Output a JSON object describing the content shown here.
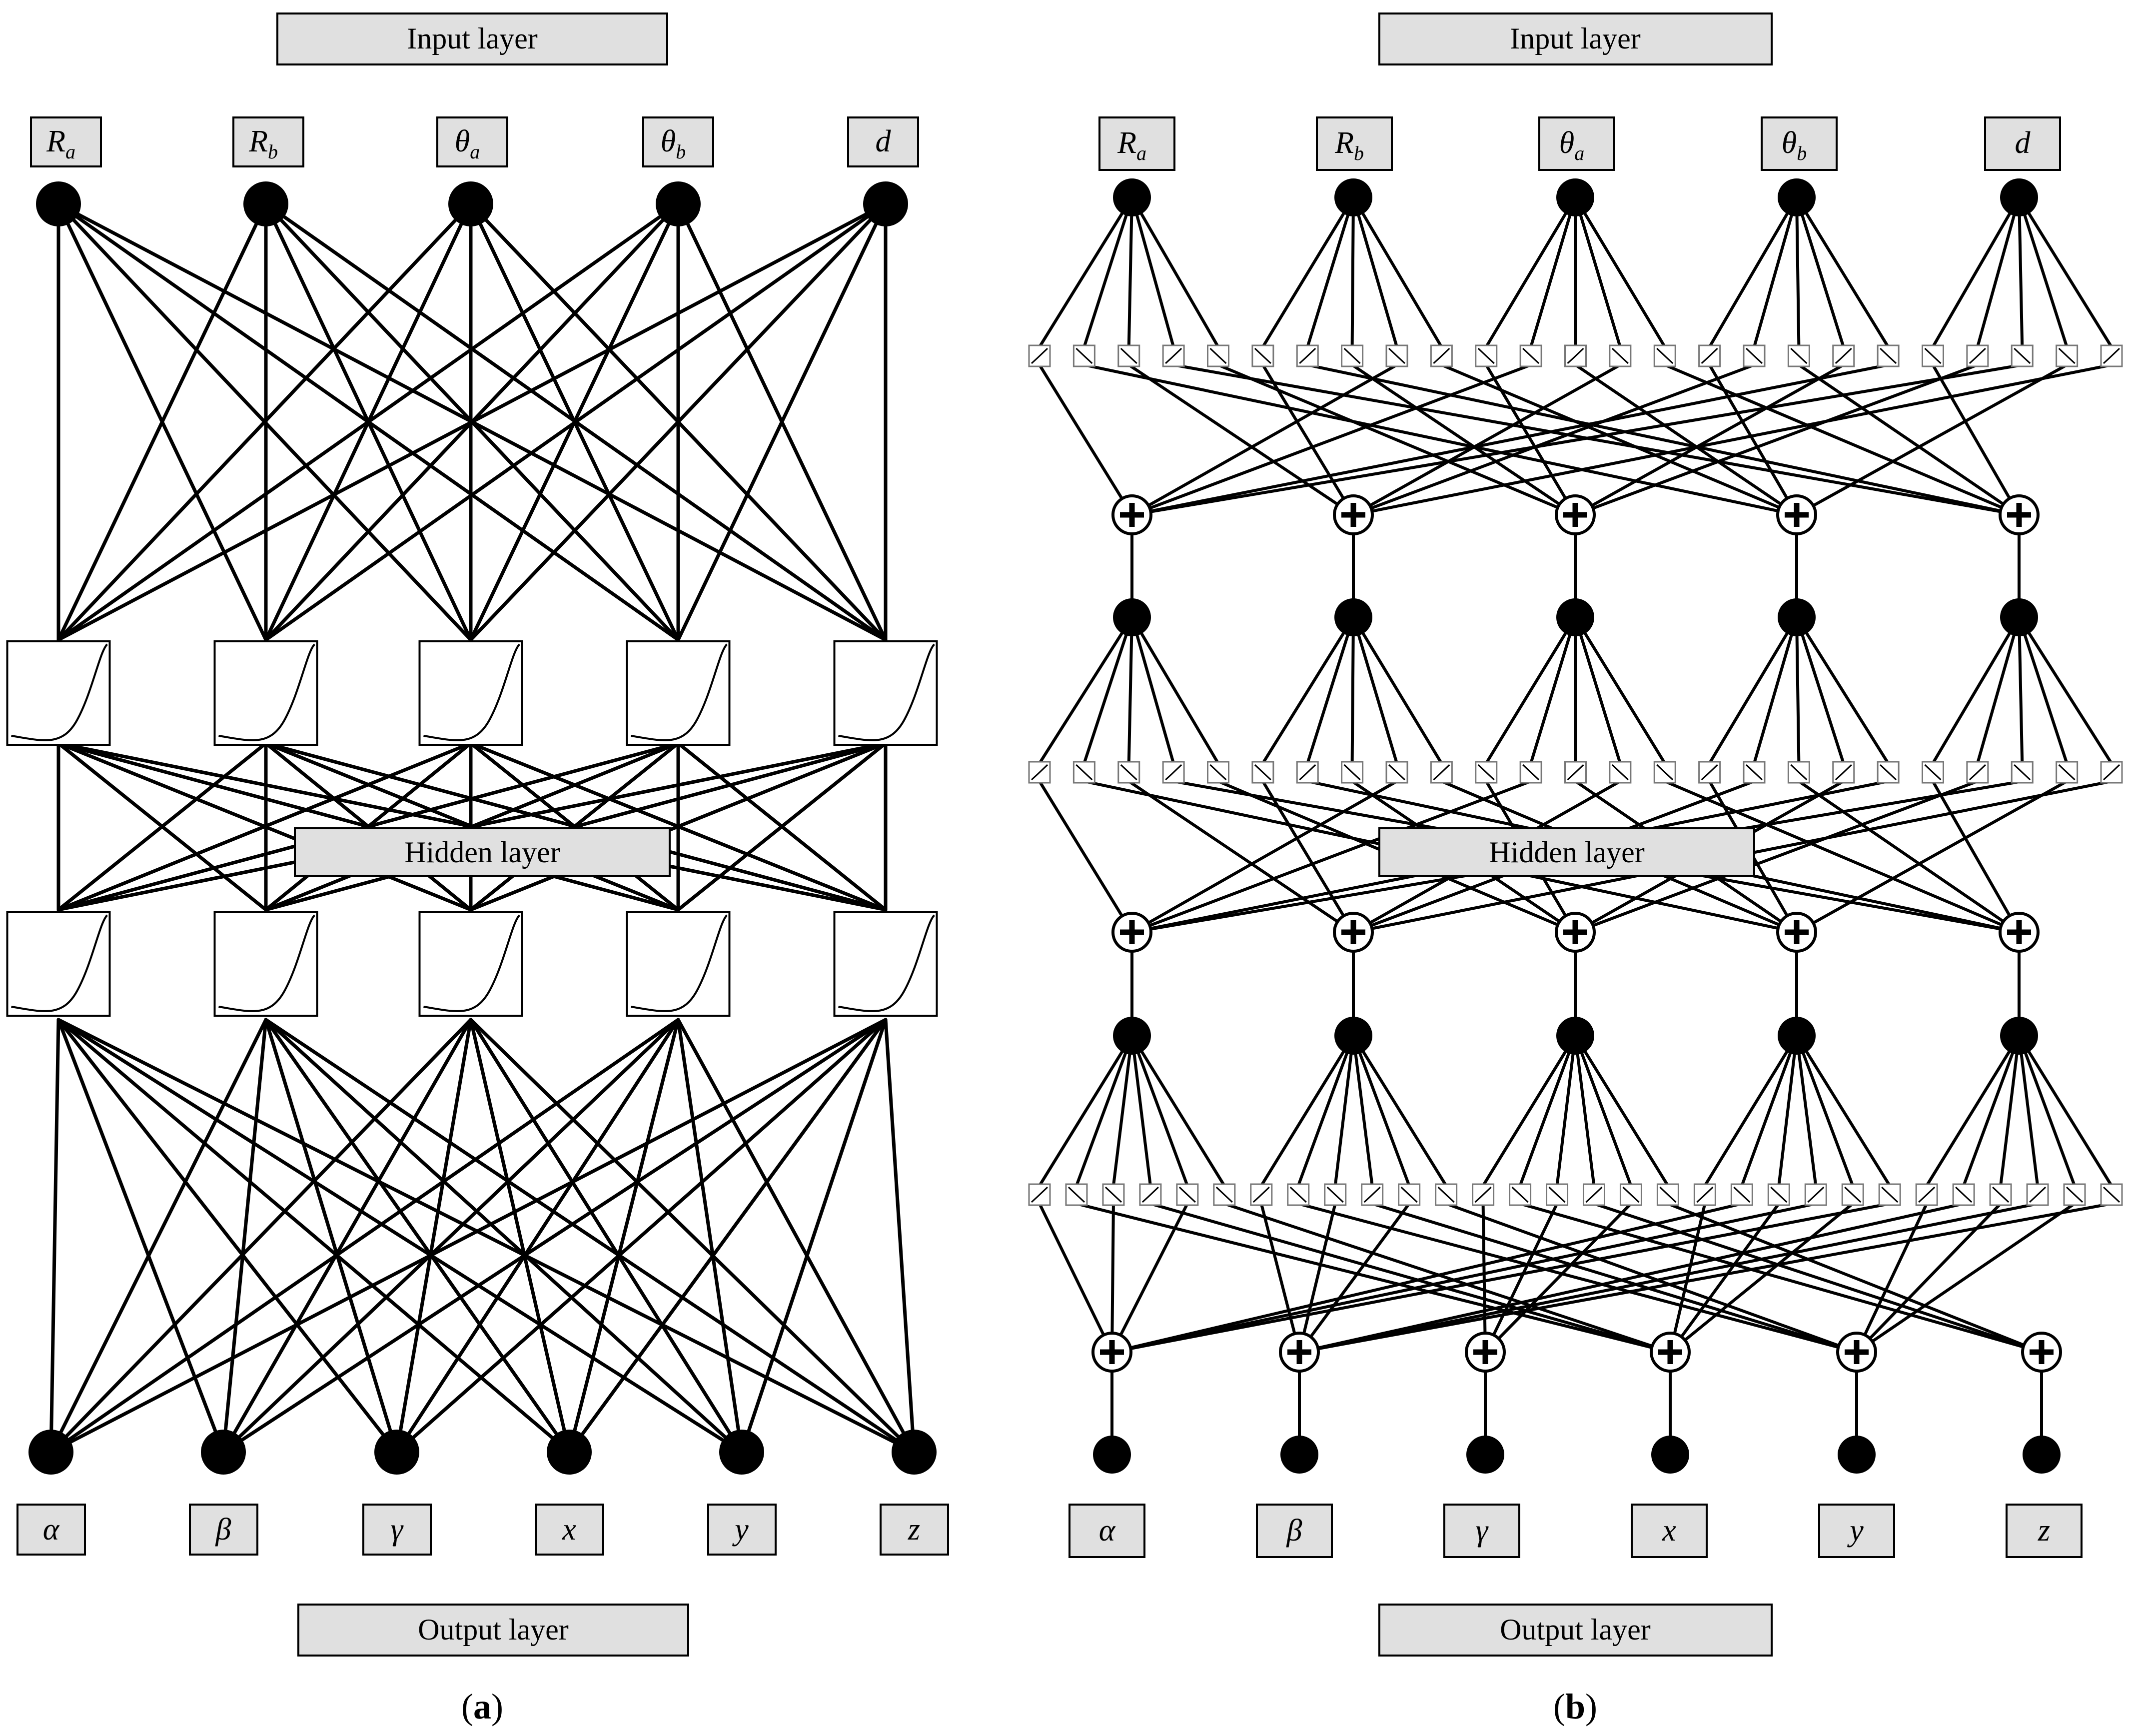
{
  "panel_a": {
    "caption_open": "(",
    "caption_letter": "a",
    "caption_close": ")",
    "input_layer_label": "Input layer",
    "hidden_layer_label": "Hidden layer",
    "output_layer_label": "Output layer",
    "inputs": [
      {
        "base": "R",
        "sub": "a"
      },
      {
        "base": "R",
        "sub": "b"
      },
      {
        "base": "θ",
        "sub": "a"
      },
      {
        "base": "θ",
        "sub": "b"
      },
      {
        "base": "d",
        "sub": ""
      }
    ],
    "outputs": [
      "α",
      "β",
      "γ",
      "x",
      "y",
      "z"
    ]
  },
  "panel_b": {
    "caption_open": "(",
    "caption_letter": "b",
    "caption_close": ")",
    "input_layer_label": "Input layer",
    "hidden_layer_label": "Hidden layer",
    "output_layer_label": "Output layer",
    "inputs": [
      {
        "base": "R",
        "sub": "a"
      },
      {
        "base": "R",
        "sub": "b"
      },
      {
        "base": "θ",
        "sub": "a"
      },
      {
        "base": "θ",
        "sub": "b"
      },
      {
        "base": "d",
        "sub": ""
      }
    ],
    "outputs": [
      "α",
      "β",
      "γ",
      "x",
      "y",
      "z"
    ]
  }
}
